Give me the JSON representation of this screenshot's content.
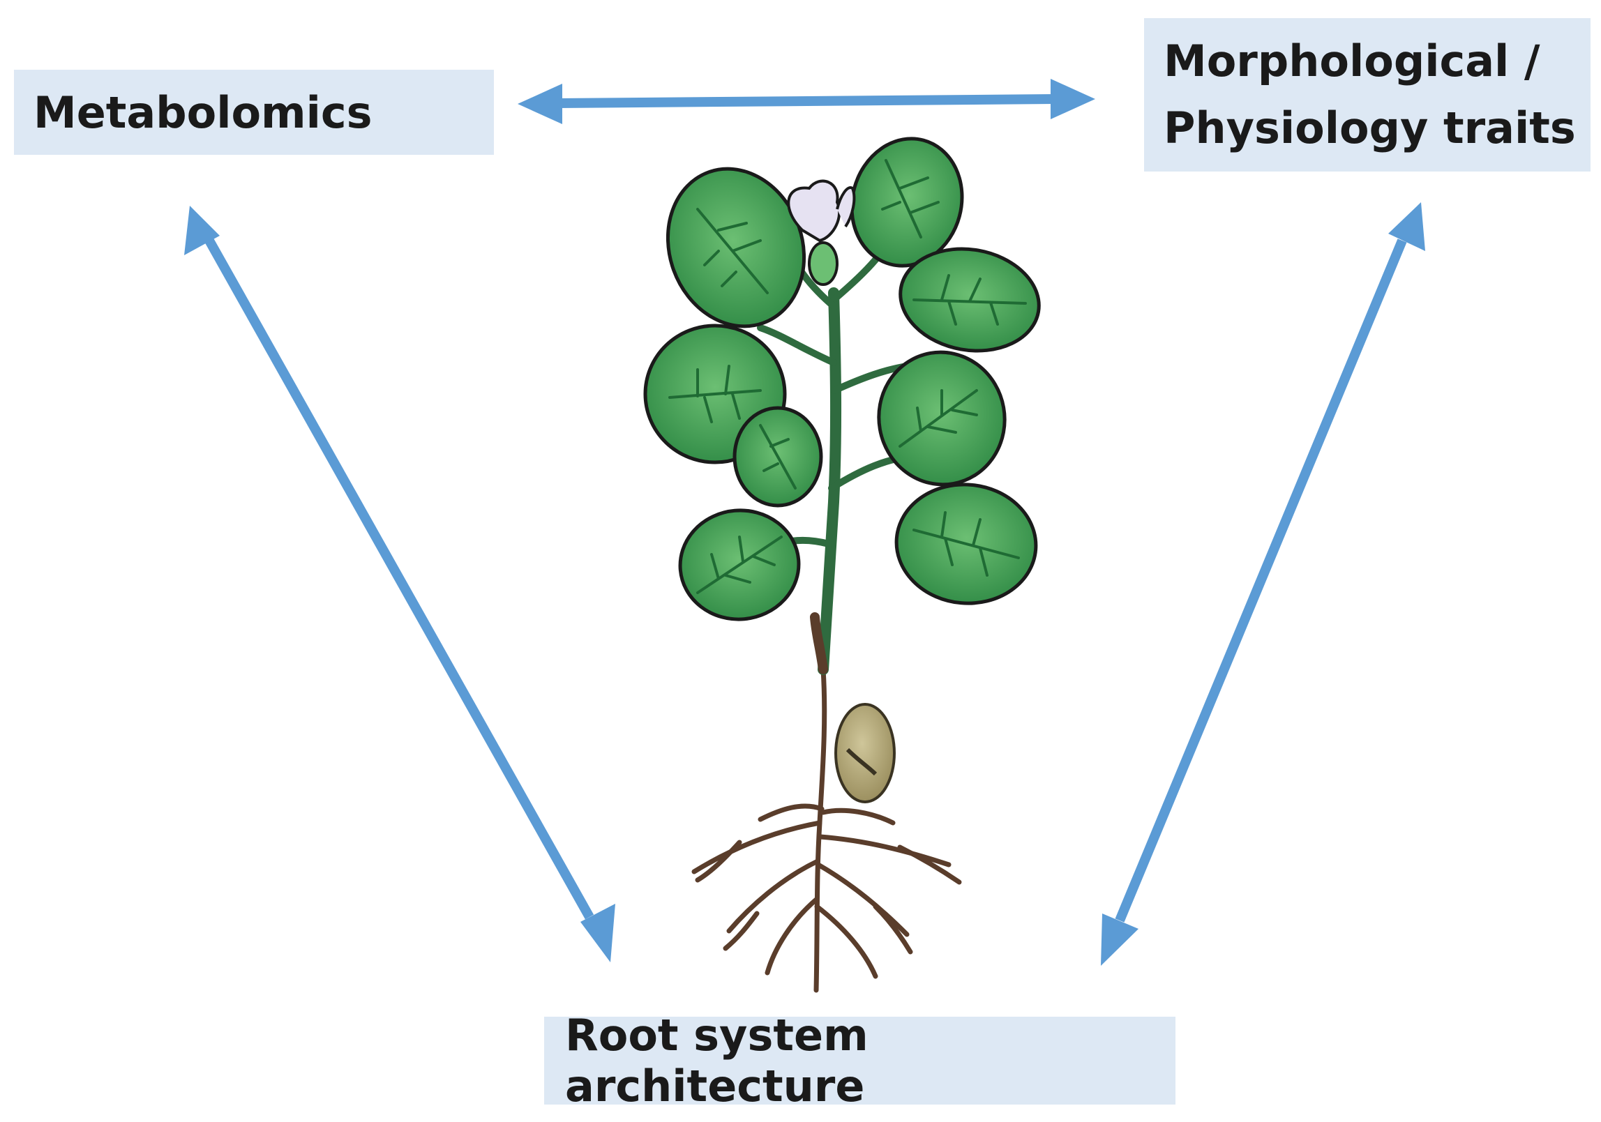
{
  "nodes": {
    "metabolomics": "Metabolomics",
    "traits_line1": "Morphological /",
    "traits_line2": "Physiology traits",
    "root": "Root system architecture"
  },
  "edges": [
    {
      "from": "Metabolomics",
      "to": "Morphological / Physiology traits",
      "direction": "bidirectional"
    },
    {
      "from": "Metabolomics",
      "to": "Root system architecture",
      "direction": "bidirectional"
    },
    {
      "from": "Morphological / Physiology traits",
      "to": "Root system architecture",
      "direction": "bidirectional"
    }
  ],
  "colors": {
    "arrow": "#5b9bd5",
    "box_fill": "#dde8f4",
    "leaf": "#3e9651",
    "leaf_dark": "#1f6b34",
    "stem": "#2f6b3f",
    "root": "#5a3d2b",
    "seed": "#b5ab79",
    "flower": "#e6e2f2"
  },
  "illustration": "plant-seedling"
}
